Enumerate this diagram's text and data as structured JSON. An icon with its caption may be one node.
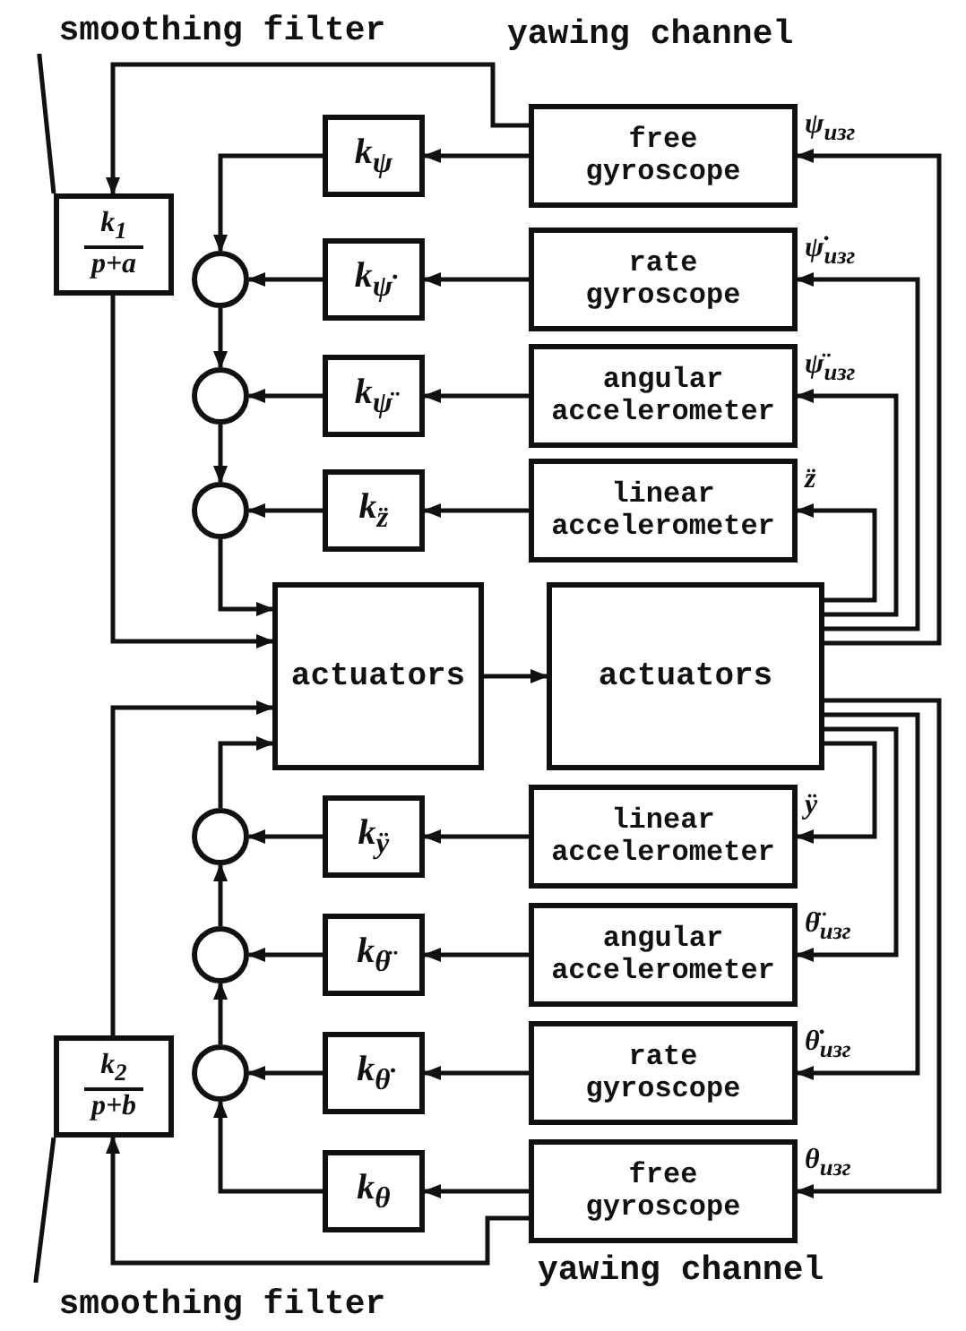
{
  "diagram": {
    "nodes": [
      {
        "text": [
          "smoothing filter"
        ]
      },
      {
        "text": [
          "k$_{1}$",
          "p+a"
        ]
      },
      {
        "text": [
          "k$_{ψ}$"
        ]
      },
      {
        "text": [],
        "shape": "circle"
      },
      {
        "text": [
          "k$_{ψ̇}$"
        ]
      },
      {
        "text": [],
        "shape": "circle"
      },
      {
        "text": [
          "k$_{ψ̈}$"
        ]
      },
      {
        "text": [],
        "shape": "circle"
      },
      {
        "text": [
          "k$_{z̈}$"
        ]
      },
      {
        "text": [
          "free gyroscope"
        ],
        "beside": [
          "ψ$_{изг}$"
        ]
      },
      {
        "text": [
          "rate gyroscope"
        ],
        "beside": [
          "ψ̇$_{изг}$"
        ]
      },
      {
        "text": [
          "angular accelerometer"
        ],
        "beside": [
          "ψ̈$_{изг}$"
        ]
      },
      {
        "text": [
          "linear accelerometer"
        ],
        "beside": [
          "z̈"
        ]
      },
      {
        "text": [
          "actuators"
        ]
      },
      {
        "text": [
          "actuators"
        ]
      },
      {
        "text": [
          "linear accelerometer"
        ],
        "beside": [
          "ÿ"
        ]
      },
      {
        "text": [
          "angular accelerometer"
        ],
        "beside": [
          "θ̈$_{изг}$"
        ]
      },
      {
        "text": [
          "rate gyroscope"
        ],
        "beside": [
          "θ̇$_{изг}$"
        ]
      },
      {
        "text": [
          "free gyroscope"
        ],
        "beside": [
          "θ$_{изг}$"
        ]
      },
      {
        "text": [
          "k$_{ÿ}$"
        ]
      },
      {
        "text": [],
        "shape": "circle"
      },
      {
        "text": [
          "k$_{θ̈}$"
        ]
      },
      {
        "text": [],
        "shape": "circle"
      },
      {
        "text": [
          "k$_{θ̇}$"
        ]
      },
      {
        "text": [],
        "shape": "circle"
      },
      {
        "text": [
          "k$_{θ}$"
        ]
      },
      {
        "text": [
          "k$_{2}$",
          "p+b"
        ]
      },
      {
        "text": [
          "smoothing filter"
        ]
      }
    ],
    "edges": [
      {
        "from": 0,
        "to": 1,
        "arrow": "none"
      },
      {
        "from": 9,
        "to": 2,
        "arrow": "to"
      },
      {
        "from": 9,
        "to": 1,
        "arrow": "to"
      },
      {
        "from": 2,
        "to": 3,
        "arrow": "to"
      },
      {
        "from": 10,
        "to": 4,
        "arrow": "to"
      },
      {
        "from": 4,
        "to": 3,
        "arrow": "to"
      },
      {
        "from": 3,
        "to": 5,
        "arrow": "to"
      },
      {
        "from": 11,
        "to": 6,
        "arrow": "to"
      },
      {
        "from": 6,
        "to": 5,
        "arrow": "to"
      },
      {
        "from": 5,
        "to": 7,
        "arrow": "to"
      },
      {
        "from": 12,
        "to": 8,
        "arrow": "to"
      },
      {
        "from": 8,
        "to": 7,
        "arrow": "to"
      },
      {
        "from": 7,
        "to": 13,
        "arrow": "to"
      },
      {
        "from": 1,
        "to": 13,
        "arrow": "to"
      },
      {
        "from": 13,
        "to": 14,
        "arrow": "to"
      },
      {
        "from": 14,
        "to": 12,
        "arrow": "to"
      },
      {
        "from": 14,
        "to": 11,
        "arrow": "to"
      },
      {
        "from": 14,
        "to": 10,
        "arrow": "to"
      },
      {
        "from": 14,
        "to": 9,
        "arrow": "to"
      },
      {
        "from": 14,
        "to": 15,
        "arrow": "to"
      },
      {
        "from": 14,
        "to": 16,
        "arrow": "to"
      },
      {
        "from": 14,
        "to": 17,
        "arrow": "to"
      },
      {
        "from": 14,
        "to": 18,
        "arrow": "to"
      },
      {
        "from": 15,
        "to": 19,
        "arrow": "to"
      },
      {
        "from": 19,
        "to": 20,
        "arrow": "to"
      },
      {
        "from": 16,
        "to": 21,
        "arrow": "to"
      },
      {
        "from": 21,
        "to": 22,
        "arrow": "to"
      },
      {
        "from": 17,
        "to": 23,
        "arrow": "to"
      },
      {
        "from": 23,
        "to": 24,
        "arrow": "to"
      },
      {
        "from": 18,
        "to": 25,
        "arrow": "to"
      },
      {
        "from": 25,
        "to": 24,
        "arrow": "to"
      },
      {
        "from": 24,
        "to": 22,
        "arrow": "to"
      },
      {
        "from": 22,
        "to": 20,
        "arrow": "to"
      },
      {
        "from": 20,
        "to": 13,
        "arrow": "to"
      },
      {
        "from": 18,
        "to": 26,
        "arrow": "to"
      },
      {
        "from": 26,
        "to": 13,
        "arrow": "to"
      },
      {
        "from": 27,
        "to": 26,
        "arrow": "none"
      }
    ],
    "labels": [
      "yawing channel",
      "yawing channel"
    ]
  }
}
